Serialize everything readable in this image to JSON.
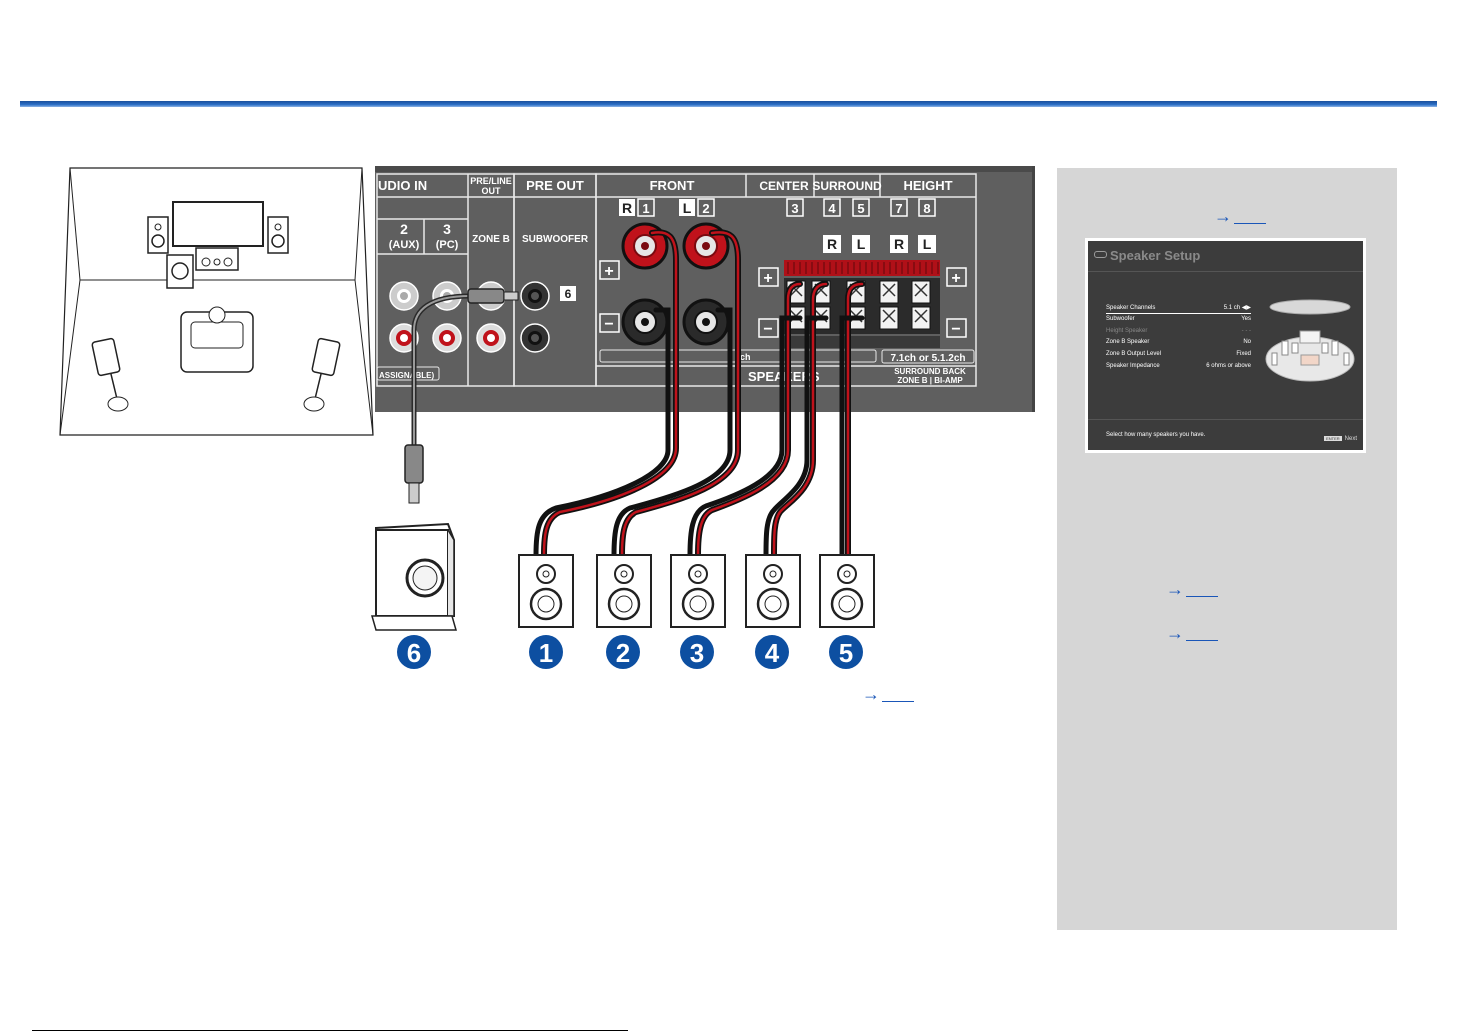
{
  "panel": {
    "input_header": "UDIO IN",
    "input2_num": "2",
    "input2_name": "(AUX)",
    "input3_num": "3",
    "input3_name": "(PC)",
    "assignable": "ASSIGNABLE)",
    "preline_out_1": "PRE/LINE",
    "preline_out_2": "OUT",
    "zone_b": "ZONE B",
    "pre_out": "PRE OUT",
    "subwoofer": "SUBWOOFER",
    "sub_terminal": "6",
    "front": "FRONT",
    "front_r": "R",
    "front_r_num": "1",
    "front_l": "L",
    "front_l_num": "2",
    "center": "CENTER",
    "center_num": "3",
    "surround": "SURROUND",
    "surround_num_a": "4",
    "surround_num_b": "5",
    "height": "HEIGHT",
    "height_num_a": "7",
    "height_num_b": "8",
    "r": "R",
    "l": "L",
    "plus": "+",
    "minus": "−",
    "ch_strip": "ch",
    "ch_71_512": "7.1ch or 5.1.2ch",
    "speakers": "SPEAKERS",
    "surround_back": "SURROUND BACK",
    "zone_b_biamp": "ZONE B | BI-AMP"
  },
  "badges": [
    "6",
    "1",
    "2",
    "3",
    "4",
    "5"
  ],
  "links": {
    "arrow": "→"
  },
  "osd": {
    "title": "Speaker Setup",
    "rows": [
      {
        "label": "Speaker Channels",
        "value": "5.1 ch"
      },
      {
        "label": "Subwoofer",
        "value": "Yes"
      },
      {
        "label": "Height Speaker",
        "value": "- - -"
      },
      {
        "label": "Zone B Speaker",
        "value": "No"
      },
      {
        "label": "Zone B Output Level",
        "value": "Fixed"
      },
      {
        "label": "Speaker Impedance",
        "value": "6 ohms or above"
      }
    ],
    "hint": "Select how many speakers you have.",
    "enter_key": "ENTER",
    "next": "Next"
  },
  "colors": {
    "accent_blue": "#1a56b8",
    "rule_blue": "#1a4f9c",
    "badge_blue": "#0d4fa1",
    "panel_gray": "#5f5f5f",
    "side_gray": "#d6d6d6",
    "wire_red": "#c0121b"
  },
  "icons": [
    "speaker-icon",
    "subwoofer-icon",
    "tv-icon",
    "sofa-icon",
    "binding-post-icon",
    "rca-jack-icon",
    "rca-plug-icon",
    "arrow-right-icon"
  ]
}
